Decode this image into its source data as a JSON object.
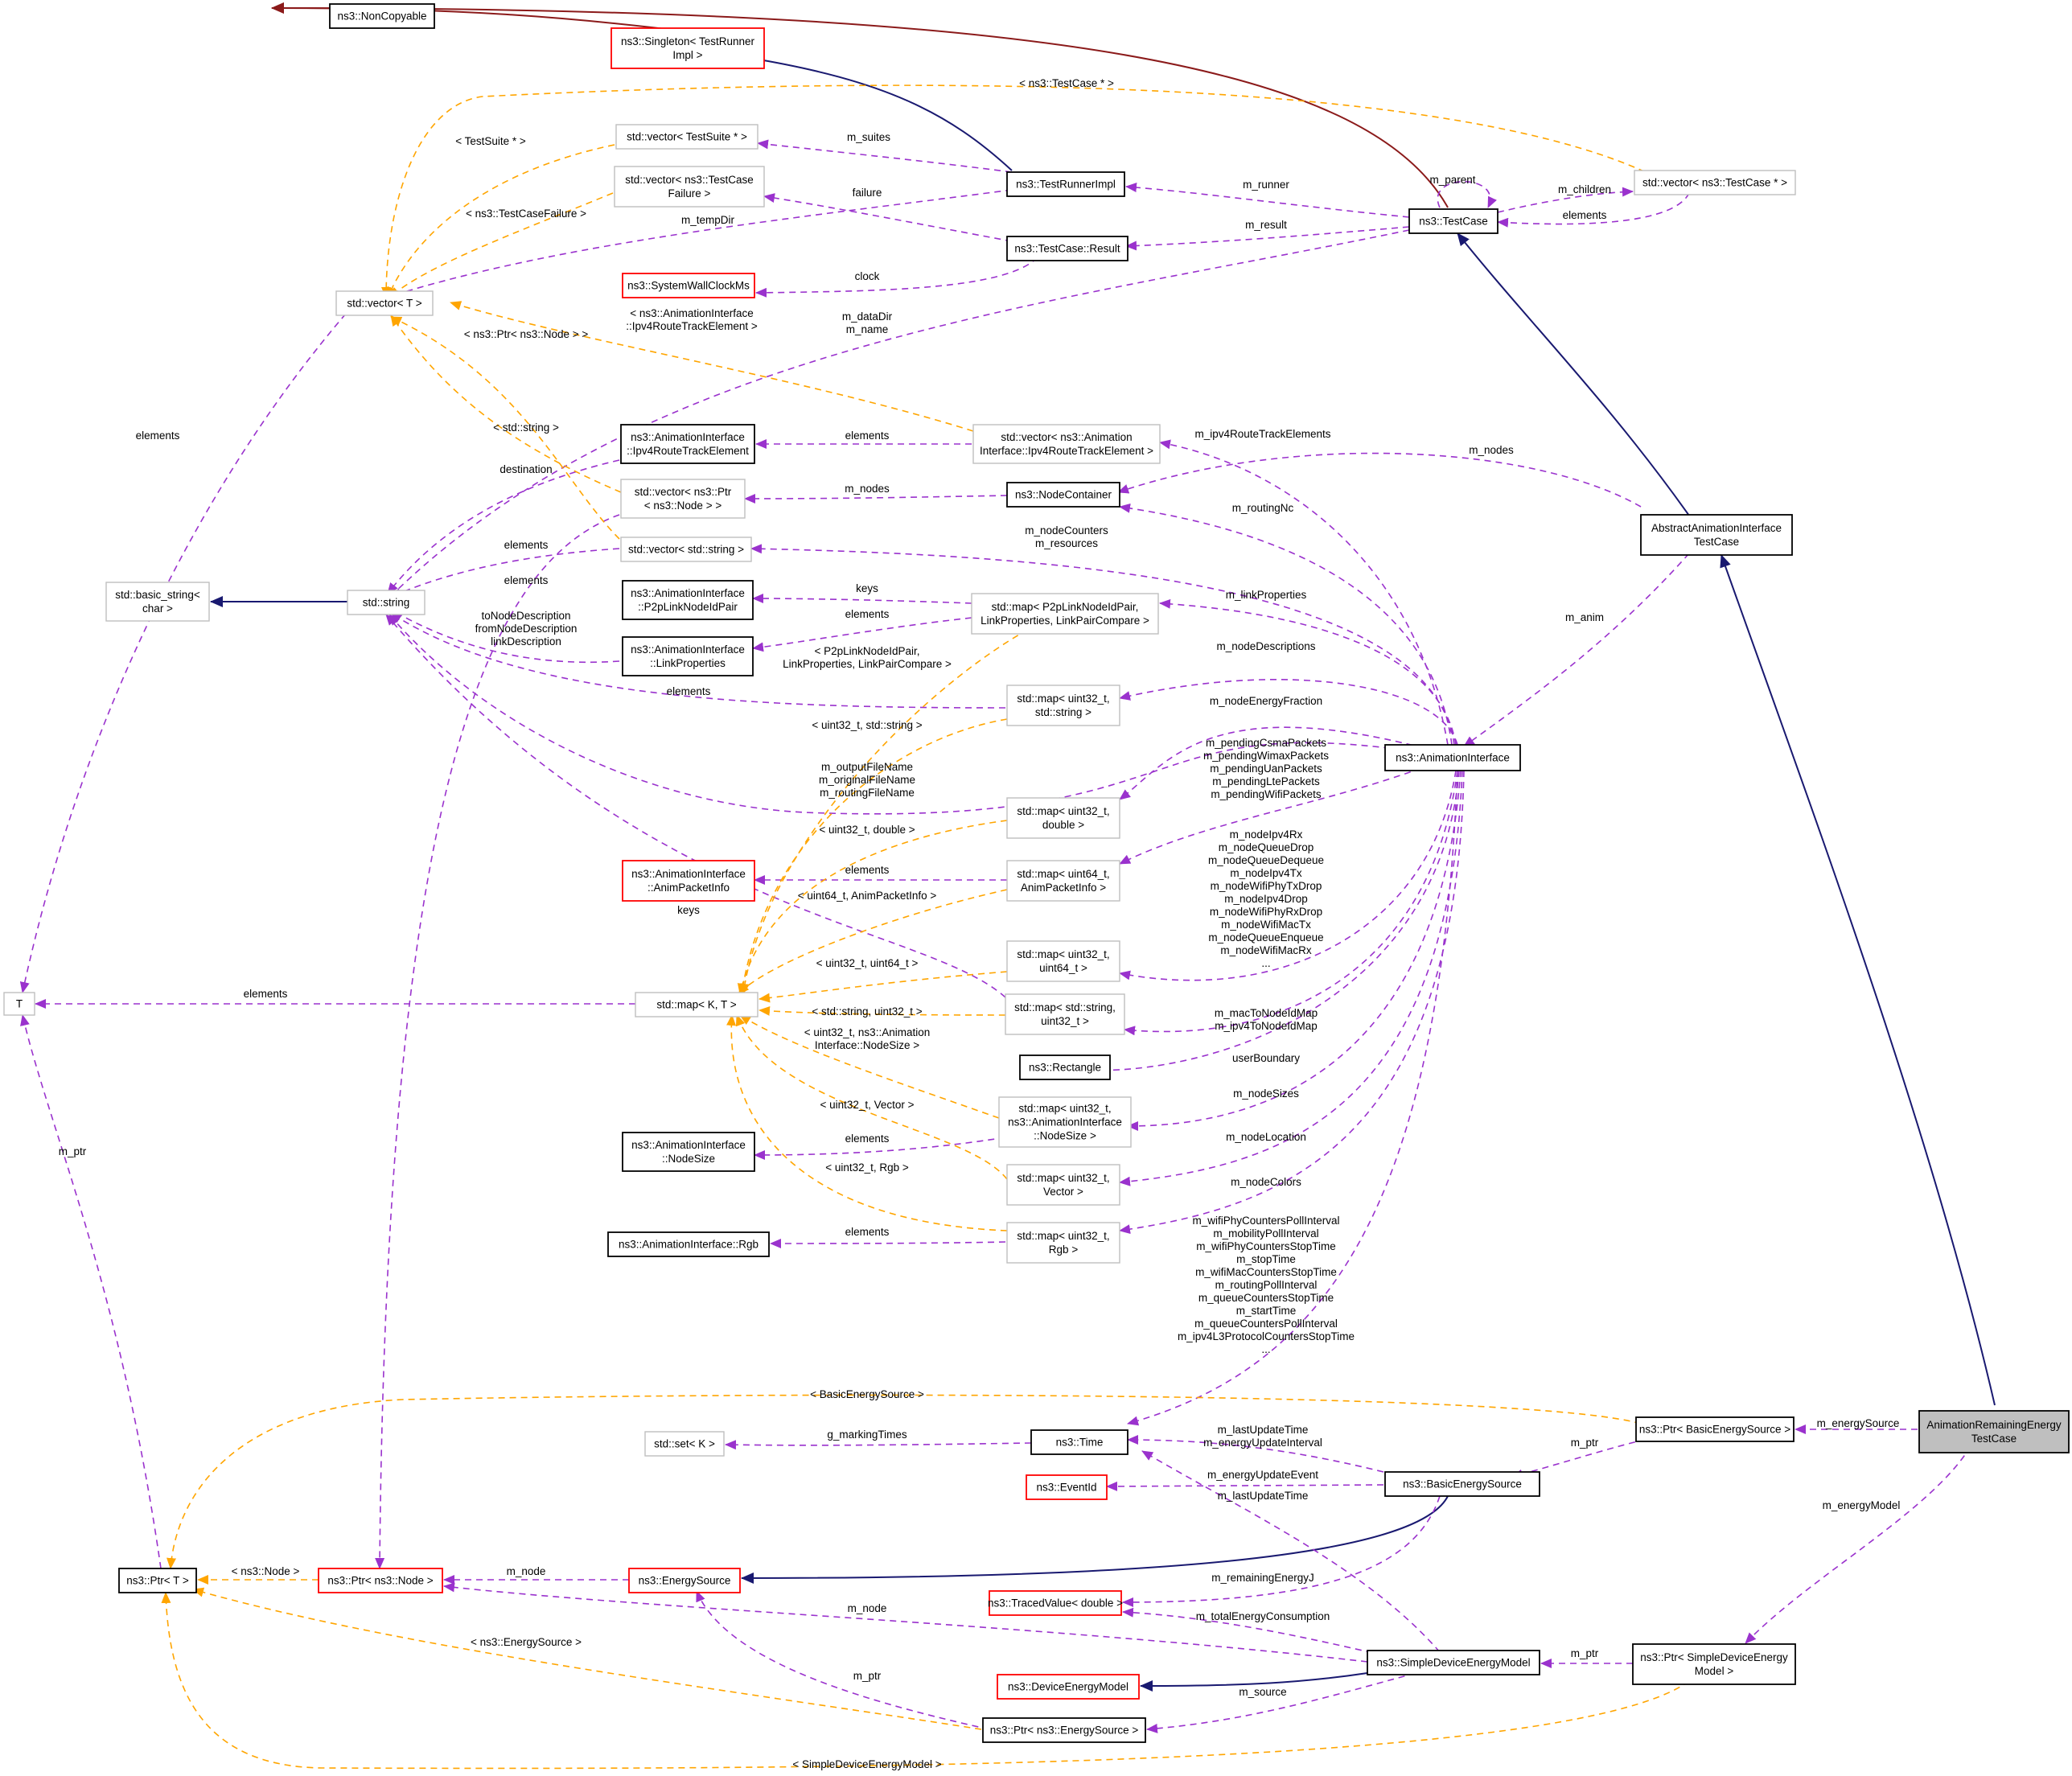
{
  "colors": {
    "inherit_public": "#191970",
    "inherit_other": "#8b1a1a",
    "usage": "#9a32cd",
    "template": "#ffa500",
    "box_border_black": "#000000",
    "box_border_red": "#ff0000",
    "box_border_gray": "#bfbfbf",
    "box_fill_highlight": "#bfbfbf"
  },
  "nodes": [
    {
      "id": "noncopyable",
      "lines": [
        "ns3::NonCopyable"
      ],
      "style": "black"
    },
    {
      "id": "singleton",
      "lines": [
        "ns3::Singleton< TestRunner",
        "Impl >"
      ],
      "style": "red"
    },
    {
      "id": "vec_testsuite",
      "lines": [
        "std::vector< TestSuite * >"
      ],
      "style": "gray"
    },
    {
      "id": "vec_tcfailure",
      "lines": [
        "std::vector< ns3::TestCase",
        "Failure >"
      ],
      "style": "gray"
    },
    {
      "id": "testrunnerimpl",
      "lines": [
        "ns3::TestRunnerImpl"
      ],
      "style": "black"
    },
    {
      "id": "testcase",
      "lines": [
        "ns3::TestCase"
      ],
      "style": "black"
    },
    {
      "id": "vec_testcaseptr",
      "lines": [
        "std::vector< ns3::TestCase * >"
      ],
      "style": "gray"
    },
    {
      "id": "result",
      "lines": [
        "ns3::TestCase::Result"
      ],
      "style": "black"
    },
    {
      "id": "wallclock",
      "lines": [
        "ns3::SystemWallClockMs"
      ],
      "style": "red"
    },
    {
      "id": "vector_t",
      "lines": [
        "std::vector< T >"
      ],
      "style": "gray"
    },
    {
      "id": "ipv4rte",
      "lines": [
        "ns3::AnimationInterface",
        "::Ipv4RouteTrackElement"
      ],
      "style": "black"
    },
    {
      "id": "vec_ipv4rte",
      "lines": [
        "std::vector< ns3::Animation",
        "Interface::Ipv4RouteTrackElement >"
      ],
      "style": "gray"
    },
    {
      "id": "vec_ptrnode",
      "lines": [
        "std::vector< ns3::Ptr",
        "< ns3::Node > >"
      ],
      "style": "gray"
    },
    {
      "id": "nodecontainer",
      "lines": [
        "ns3::NodeContainer"
      ],
      "style": "black"
    },
    {
      "id": "vec_string",
      "lines": [
        "std::vector< std::string >"
      ],
      "style": "gray"
    },
    {
      "id": "abstract_anim",
      "lines": [
        "AbstractAnimationInterface",
        "TestCase"
      ],
      "style": "black"
    },
    {
      "id": "basic_string",
      "lines": [
        "std::basic_string<",
        "char >"
      ],
      "style": "gray"
    },
    {
      "id": "std_string",
      "lines": [
        "std::string"
      ],
      "style": "gray"
    },
    {
      "id": "p2pnodeidpair",
      "lines": [
        "ns3::AnimationInterface",
        "::P2pLinkNodeIdPair"
      ],
      "style": "black"
    },
    {
      "id": "map_p2p",
      "lines": [
        "std::map< P2pLinkNodeIdPair,",
        "LinkProperties, LinkPairCompare >"
      ],
      "style": "gray"
    },
    {
      "id": "linkprops",
      "lines": [
        "ns3::AnimationInterface",
        "::LinkProperties"
      ],
      "style": "black"
    },
    {
      "id": "map_u32_string",
      "lines": [
        "std::map< uint32_t,",
        "std::string >"
      ],
      "style": "gray"
    },
    {
      "id": "animiface",
      "lines": [
        "ns3::AnimationInterface"
      ],
      "style": "black"
    },
    {
      "id": "map_u32_double",
      "lines": [
        "std::map< uint32_t,",
        "double >"
      ],
      "style": "gray"
    },
    {
      "id": "animpacketinfo",
      "lines": [
        "ns3::AnimationInterface",
        "::AnimPacketInfo"
      ],
      "style": "red"
    },
    {
      "id": "map_u64_api",
      "lines": [
        "std::map< uint64_t,",
        "AnimPacketInfo >"
      ],
      "style": "gray"
    },
    {
      "id": "map_u32_u64",
      "lines": [
        "std::map< uint32_t,",
        "uint64_t >"
      ],
      "style": "gray"
    },
    {
      "id": "T",
      "lines": [
        "T"
      ],
      "style": "gray"
    },
    {
      "id": "map_k_t",
      "lines": [
        "std::map< K, T >"
      ],
      "style": "gray"
    },
    {
      "id": "map_string_u32",
      "lines": [
        "std::map< std::string,",
        "uint32_t >"
      ],
      "style": "gray"
    },
    {
      "id": "rectangle",
      "lines": [
        "ns3::Rectangle"
      ],
      "style": "black"
    },
    {
      "id": "map_u32_nodesize",
      "lines": [
        "std::map< uint32_t,",
        "ns3::AnimationInterface",
        "::NodeSize >"
      ],
      "style": "gray"
    },
    {
      "id": "nodesize",
      "lines": [
        "ns3::AnimationInterface",
        "::NodeSize"
      ],
      "style": "black"
    },
    {
      "id": "map_u32_vector",
      "lines": [
        "std::map< uint32_t,",
        "Vector >"
      ],
      "style": "gray"
    },
    {
      "id": "rgb",
      "lines": [
        "ns3::AnimationInterface::Rgb"
      ],
      "style": "black"
    },
    {
      "id": "map_u32_rgb",
      "lines": [
        "std::map< uint32_t,",
        "Rgb >"
      ],
      "style": "gray"
    },
    {
      "id": "set_k",
      "lines": [
        "std::set< K >"
      ],
      "style": "gray"
    },
    {
      "id": "time",
      "lines": [
        "ns3::Time"
      ],
      "style": "black"
    },
    {
      "id": "ptr_bes",
      "lines": [
        "ns3::Ptr< BasicEnergySource >"
      ],
      "style": "black"
    },
    {
      "id": "armtc",
      "lines": [
        "AnimationRemainingEnergy",
        "TestCase"
      ],
      "style": "highlight"
    },
    {
      "id": "eventid",
      "lines": [
        "ns3::EventId"
      ],
      "style": "red"
    },
    {
      "id": "bes",
      "lines": [
        "ns3::BasicEnergySource"
      ],
      "style": "black"
    },
    {
      "id": "ptr_t",
      "lines": [
        "ns3::Ptr< T >"
      ],
      "style": "black"
    },
    {
      "id": "ptr_node",
      "lines": [
        "ns3::Ptr< ns3::Node >"
      ],
      "style": "red"
    },
    {
      "id": "energysource",
      "lines": [
        "ns3::EnergySource"
      ],
      "style": "red"
    },
    {
      "id": "tracedvalue",
      "lines": [
        "ns3::TracedValue< double >"
      ],
      "style": "red"
    },
    {
      "id": "sdem",
      "lines": [
        "ns3::SimpleDeviceEnergyModel"
      ],
      "style": "black"
    },
    {
      "id": "ptr_sdem",
      "lines": [
        "ns3::Ptr< SimpleDeviceEnergy",
        "Model >"
      ],
      "style": "black"
    },
    {
      "id": "devenergymodel",
      "lines": [
        "ns3::DeviceEnergyModel"
      ],
      "style": "red"
    },
    {
      "id": "ptr_es",
      "lines": [
        "ns3::Ptr< ns3::EnergySource >"
      ],
      "style": "black"
    }
  ],
  "edge_labels": [
    {
      "id": "lbl_tc_templ",
      "lines": [
        "< ns3::TestCase * >"
      ]
    },
    {
      "id": "lbl_m_suites",
      "lines": [
        "m_suites"
      ]
    },
    {
      "id": "lbl_testsuite",
      "lines": [
        "< TestSuite * >"
      ]
    },
    {
      "id": "lbl_m_parent",
      "lines": [
        "m_parent"
      ]
    },
    {
      "id": "lbl_failure",
      "lines": [
        "failure"
      ]
    },
    {
      "id": "lbl_m_runner",
      "lines": [
        "m_runner"
      ]
    },
    {
      "id": "lbl_m_children",
      "lines": [
        "m_children"
      ]
    },
    {
      "id": "lbl_elements_tc",
      "lines": [
        "elements"
      ]
    },
    {
      "id": "lbl_tcfailure",
      "lines": [
        "< ns3::TestCaseFailure >"
      ]
    },
    {
      "id": "lbl_m_tempdir",
      "lines": [
        "m_tempDir"
      ]
    },
    {
      "id": "lbl_m_result",
      "lines": [
        "m_result"
      ]
    },
    {
      "id": "lbl_clock",
      "lines": [
        "clock"
      ]
    },
    {
      "id": "lbl_ipv4rte_templ",
      "lines": [
        "< ns3::AnimationInterface",
        "::Ipv4RouteTrackElement >"
      ]
    },
    {
      "id": "lbl_datadir",
      "lines": [
        "m_dataDir",
        "m_name"
      ]
    },
    {
      "id": "lbl_ptrnode_templ",
      "lines": [
        "< ns3::Ptr< ns3::Node > >"
      ]
    },
    {
      "id": "lbl_elements_T",
      "lines": [
        "elements"
      ]
    },
    {
      "id": "lbl_string_templ",
      "lines": [
        "< std::string >"
      ]
    },
    {
      "id": "lbl_elements_rte",
      "lines": [
        "elements"
      ]
    },
    {
      "id": "lbl_m_ipv4rte",
      "lines": [
        "m_ipv4RouteTrackElements"
      ]
    },
    {
      "id": "lbl_m_nodes_abs",
      "lines": [
        "m_nodes"
      ]
    },
    {
      "id": "lbl_destination",
      "lines": [
        "destination"
      ]
    },
    {
      "id": "lbl_m_nodes",
      "lines": [
        "m_nodes"
      ]
    },
    {
      "id": "lbl_m_routingnc",
      "lines": [
        "m_routingNc"
      ]
    },
    {
      "id": "lbl_elements_vs",
      "lines": [
        "elements"
      ]
    },
    {
      "id": "lbl_nodecounters",
      "lines": [
        "m_nodeCounters",
        "m_resources"
      ]
    },
    {
      "id": "lbl_elements_vpn",
      "lines": [
        "elements"
      ]
    },
    {
      "id": "lbl_keys_p2p",
      "lines": [
        "keys"
      ]
    },
    {
      "id": "lbl_m_linkprops",
      "lines": [
        "m_linkProperties"
      ]
    },
    {
      "id": "lbl_elements_lp",
      "lines": [
        "elements"
      ]
    },
    {
      "id": "lbl_m_anim",
      "lines": [
        "m_anim"
      ]
    },
    {
      "id": "lbl_nodedesc",
      "lines": [
        "toNodeDescription",
        "fromNodeDescription",
        "linkDescription"
      ]
    },
    {
      "id": "lbl_m_nodedescriptions",
      "lines": [
        "m_nodeDescriptions"
      ]
    },
    {
      "id": "lbl_p2p_templ",
      "lines": [
        "< P2pLinkNodeIdPair,",
        "LinkProperties, LinkPairCompare >"
      ]
    },
    {
      "id": "lbl_elements_u32s",
      "lines": [
        "elements"
      ]
    },
    {
      "id": "lbl_m_energyfraction",
      "lines": [
        "m_nodeEnergyFraction"
      ]
    },
    {
      "id": "lbl_u32_string_templ",
      "lines": [
        "< uint32_t, std::string >"
      ]
    },
    {
      "id": "lbl_pending",
      "lines": [
        "m_pendingCsmaPackets",
        "m_pendingWimaxPackets",
        "m_pendingUanPackets",
        "m_pendingLtePackets",
        "m_pendingWifiPackets"
      ]
    },
    {
      "id": "lbl_filenames",
      "lines": [
        "m_outputFileName",
        "m_originalFileName",
        "m_routingFileName"
      ]
    },
    {
      "id": "lbl_u32_double_templ",
      "lines": [
        "< uint32_t, double >"
      ]
    },
    {
      "id": "lbl_counters",
      "lines": [
        "m_nodeIpv4Rx",
        "m_nodeQueueDrop",
        "m_nodeQueueDequeue",
        "m_nodeIpv4Tx",
        "m_nodeWifiPhyTxDrop",
        "m_nodeIpv4Drop",
        "m_nodeWifiPhyRxDrop",
        "m_nodeWifiMacTx",
        "m_nodeQueueEnqueue",
        "m_nodeWifiMacRx",
        "..."
      ]
    },
    {
      "id": "lbl_elements_api",
      "lines": [
        "elements"
      ]
    },
    {
      "id": "lbl_u64_api_templ",
      "lines": [
        "< uint64_t, AnimPacketInfo >"
      ]
    },
    {
      "id": "lbl_keys_s",
      "lines": [
        "keys"
      ]
    },
    {
      "id": "lbl_u32_u64_templ",
      "lines": [
        "< uint32_t, uint64_t >"
      ]
    },
    {
      "id": "lbl_elements_mapkt",
      "lines": [
        "elements"
      ]
    },
    {
      "id": "lbl_string_u32_templ",
      "lines": [
        "< std::string, uint32_t >"
      ]
    },
    {
      "id": "lbl_mac_ipv4",
      "lines": [
        "m_macToNodeIdMap",
        "m_ipv4ToNodeIdMap"
      ]
    },
    {
      "id": "lbl_nodesize_templ",
      "lines": [
        "< uint32_t, ns3::Animation",
        "Interface::NodeSize >"
      ]
    },
    {
      "id": "lbl_userboundary",
      "lines": [
        "userBoundary"
      ]
    },
    {
      "id": "lbl_m_nodesizes",
      "lines": [
        "m_nodeSizes"
      ]
    },
    {
      "id": "lbl_vector_templ",
      "lines": [
        "< uint32_t, Vector >"
      ]
    },
    {
      "id": "lbl_elements_ns",
      "lines": [
        "elements"
      ]
    },
    {
      "id": "lbl_m_nodelocation",
      "lines": [
        "m_nodeLocation"
      ]
    },
    {
      "id": "lbl_rgb_templ",
      "lines": [
        "< uint32_t, Rgb >"
      ]
    },
    {
      "id": "lbl_m_nodecolors",
      "lines": [
        "m_nodeColors"
      ]
    },
    {
      "id": "lbl_m_ptr_T",
      "lines": [
        "m_ptr"
      ]
    },
    {
      "id": "lbl_elements_rgb",
      "lines": [
        "elements"
      ]
    },
    {
      "id": "lbl_times",
      "lines": [
        "m_wifiPhyCountersPollInterval",
        "m_mobilityPollInterval",
        "m_wifiPhyCountersStopTime",
        "m_stopTime",
        "m_wifiMacCountersStopTime",
        "m_routingPollInterval",
        "m_queueCountersStopTime",
        "m_startTime",
        "m_queueCountersPollInterval",
        "m_ipv4L3ProtocolCountersStopTime",
        "..."
      ]
    },
    {
      "id": "lbl_bes_templ",
      "lines": [
        "< BasicEnergySource >"
      ]
    },
    {
      "id": "lbl_m_energysource",
      "lines": [
        "m_energySource"
      ]
    },
    {
      "id": "lbl_marking",
      "lines": [
        "g_markingTimes"
      ]
    },
    {
      "id": "lbl_lastupdate",
      "lines": [
        "m_lastUpdateTime",
        "m_energyUpdateInterval"
      ]
    },
    {
      "id": "lbl_m_ptr_bes",
      "lines": [
        "m_ptr"
      ]
    },
    {
      "id": "lbl_energyupdateevent",
      "lines": [
        "m_energyUpdateEvent"
      ]
    },
    {
      "id": "lbl_lastupdate2",
      "lines": [
        "m_lastUpdateTime"
      ]
    },
    {
      "id": "lbl_m_energymodel",
      "lines": [
        "m_energyModel"
      ]
    },
    {
      "id": "lbl_node_templ",
      "lines": [
        "< ns3::Node >"
      ]
    },
    {
      "id": "lbl_m_node",
      "lines": [
        "m_node"
      ]
    },
    {
      "id": "lbl_remainingenergy",
      "lines": [
        "m_remainingEnergyJ"
      ]
    },
    {
      "id": "lbl_totalenergy",
      "lines": [
        "m_totalEnergyConsumption"
      ]
    },
    {
      "id": "lbl_m_node2",
      "lines": [
        "m_node"
      ]
    },
    {
      "id": "lbl_es_templ",
      "lines": [
        "< ns3::EnergySource >"
      ]
    },
    {
      "id": "lbl_m_ptr_sdem",
      "lines": [
        "m_ptr"
      ]
    },
    {
      "id": "lbl_m_ptr_es",
      "lines": [
        "m_ptr"
      ]
    },
    {
      "id": "lbl_m_source",
      "lines": [
        "m_source"
      ]
    },
    {
      "id": "lbl_sdem_templ",
      "lines": [
        "< SimpleDeviceEnergyModel >"
      ]
    }
  ],
  "edges": [
    {
      "from": "singleton",
      "to": "noncopyable",
      "type": "inherit_other"
    },
    {
      "from": "testcase",
      "to": "noncopyable",
      "type": "inherit_other"
    },
    {
      "from": "testrunnerimpl",
      "to": "singleton",
      "type": "inherit_public"
    },
    {
      "from": "abstract_anim",
      "to": "testcase",
      "type": "inherit_public"
    },
    {
      "from": "armtc",
      "to": "abstract_anim",
      "type": "inherit_public"
    },
    {
      "from": "std_string",
      "to": "basic_string",
      "type": "inherit_public"
    },
    {
      "from": "bes",
      "to": "energysource",
      "type": "inherit_public"
    },
    {
      "from": "sdem",
      "to": "devenergymodel",
      "type": "inherit_public"
    },
    {
      "from": "armtc",
      "to": "ptr_bes",
      "type": "usage",
      "label": "m_energySource"
    },
    {
      "from": "armtc",
      "to": "ptr_sdem",
      "type": "usage",
      "label": "m_energyModel"
    },
    {
      "from": "abstract_anim",
      "to": "animiface",
      "type": "usage",
      "label": "m_anim"
    },
    {
      "from": "abstract_anim",
      "to": "nodecontainer",
      "type": "usage",
      "label": "m_nodes"
    },
    {
      "from": "testcase",
      "to": "testrunnerimpl",
      "type": "usage",
      "label": "m_runner"
    },
    {
      "from": "testcase",
      "to": "result",
      "type": "usage",
      "label": "m_result"
    },
    {
      "from": "testcase",
      "to": "testcase",
      "type": "usage",
      "label": "m_parent"
    },
    {
      "from": "testcase",
      "to": "vec_testcaseptr",
      "type": "usage",
      "label": "m_children"
    },
    {
      "from": "vec_testcaseptr",
      "to": "testcase",
      "type": "usage",
      "label": "elements"
    },
    {
      "from": "testrunnerimpl",
      "to": "vec_testsuite",
      "type": "usage",
      "label": "m_suites"
    },
    {
      "from": "result",
      "to": "vec_tcfailure",
      "type": "usage",
      "label": "failure"
    },
    {
      "from": "result",
      "to": "wallclock",
      "type": "usage",
      "label": "clock"
    },
    {
      "from": "ptr_bes",
      "to": "bes",
      "type": "usage",
      "label": "m_ptr"
    },
    {
      "from": "ptr_sdem",
      "to": "sdem",
      "type": "usage",
      "label": "m_ptr"
    },
    {
      "from": "ptr_es",
      "to": "energysource",
      "type": "usage",
      "label": "m_ptr"
    },
    {
      "from": "ptr_t",
      "to": "T",
      "type": "usage",
      "label": "m_ptr"
    },
    {
      "from": "vector_t",
      "to": "T",
      "type": "usage",
      "label": "elements"
    },
    {
      "from": "map_k_t",
      "to": "T",
      "type": "usage",
      "label": "elements"
    },
    {
      "from": "set_k",
      "to": "time",
      "type": "usage",
      "label": "g_markingTimes",
      "reverse": true
    },
    {
      "from": "ptr_node",
      "to": "ptr_t",
      "type": "template",
      "label": "< ns3::Node >"
    },
    {
      "from": "ptr_es",
      "to": "ptr_t",
      "type": "template",
      "label": "< ns3::EnergySource >"
    },
    {
      "from": "ptr_bes",
      "to": "ptr_t",
      "type": "template",
      "label": "< BasicEnergySource >"
    },
    {
      "from": "ptr_sdem",
      "to": "ptr_t",
      "type": "template",
      "label": "< SimpleDeviceEnergyModel >"
    },
    {
      "from": "vec_testcaseptr",
      "to": "vector_t",
      "type": "template",
      "label": "< ns3::TestCase * >"
    },
    {
      "from": "vec_testsuite",
      "to": "vector_t",
      "type": "template",
      "label": "< TestSuite * >"
    },
    {
      "from": "vec_tcfailure",
      "to": "vector_t",
      "type": "template",
      "label": "< ns3::TestCaseFailure >"
    },
    {
      "from": "vec_ipv4rte",
      "to": "vector_t",
      "type": "template",
      "label": "< ns3::AnimationInterface ::Ipv4RouteTrackElement >"
    },
    {
      "from": "vec_ptrnode",
      "to": "vector_t",
      "type": "template",
      "label": "< ns3::Ptr< ns3::Node > >"
    },
    {
      "from": "vec_string",
      "to": "vector_t",
      "type": "template",
      "label": "< std::string >"
    }
  ]
}
